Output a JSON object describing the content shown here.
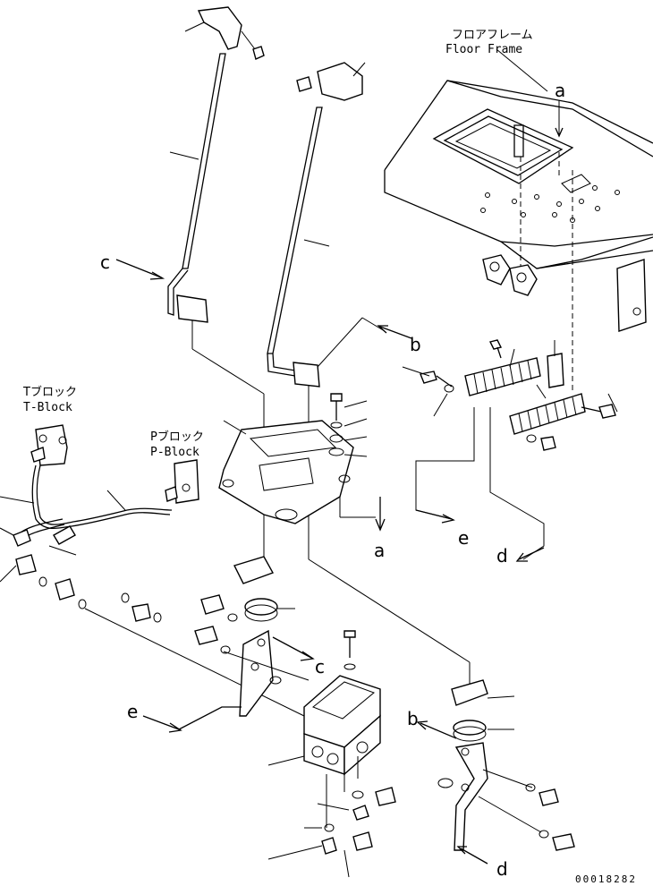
{
  "labels": {
    "floor_frame_jp": "フロアフレーム",
    "floor_frame_en": "Floor Frame",
    "t_block_jp": "Tブロック",
    "t_block_en": "T-Block",
    "p_block_jp": "Pブロック",
    "p_block_en": "P-Block"
  },
  "refs": {
    "a": "a",
    "b": "b",
    "c": "c",
    "d": "d",
    "e": "e"
  },
  "drawing_number": "00018282"
}
